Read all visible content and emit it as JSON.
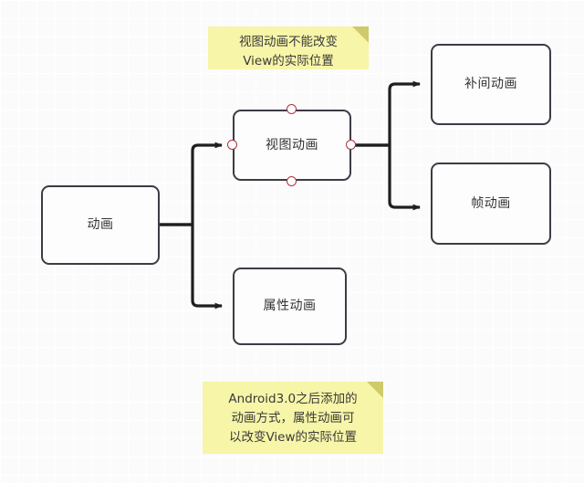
{
  "diagram": {
    "type": "flowchart",
    "canvas": {
      "grid": "20px",
      "background_color": "#fbfbfb",
      "grid_line_color": "#f2f2f2"
    },
    "theme": {
      "node_border_color": "#3c3c46",
      "node_fill_color": "#fdfdfd",
      "node_text_color": "#333333",
      "edge_color": "#1f1f1f",
      "handle_color": "#b03040",
      "note_fill_color": "#f7f5a8",
      "note_fold_color": "#cfca6a"
    },
    "nodes": [
      {
        "id": "root",
        "label": "动画",
        "selected": false
      },
      {
        "id": "view",
        "label": "视图动画",
        "selected": true
      },
      {
        "id": "prop",
        "label": "属性动画",
        "selected": false
      },
      {
        "id": "tween",
        "label": "补间动画",
        "selected": false
      },
      {
        "id": "frame",
        "label": "帧动画",
        "selected": false
      }
    ],
    "edges": [
      {
        "from": "root",
        "to": "view"
      },
      {
        "from": "root",
        "to": "prop"
      },
      {
        "from": "view",
        "to": "tween"
      },
      {
        "from": "view",
        "to": "frame"
      }
    ],
    "handles": [
      {
        "node": "view",
        "position": "top"
      },
      {
        "node": "view",
        "position": "right"
      },
      {
        "node": "view",
        "position": "bottom"
      },
      {
        "node": "view",
        "position": "left"
      }
    ],
    "notes": [
      {
        "id": "note-top",
        "attached_to": "view",
        "lines": [
          "视图动画不能改变",
          "View的实际位置"
        ],
        "text": "视图动画不能改变View的实际位置"
      },
      {
        "id": "note-bottom",
        "attached_to": "prop",
        "lines": [
          "Android3.0之后添加的",
          "动画方式，属性动画可",
          "以改变View的实际位置"
        ],
        "text": "Android3.0之后添加的动画方式，属性动画可以改变View的实际位置"
      }
    ]
  }
}
